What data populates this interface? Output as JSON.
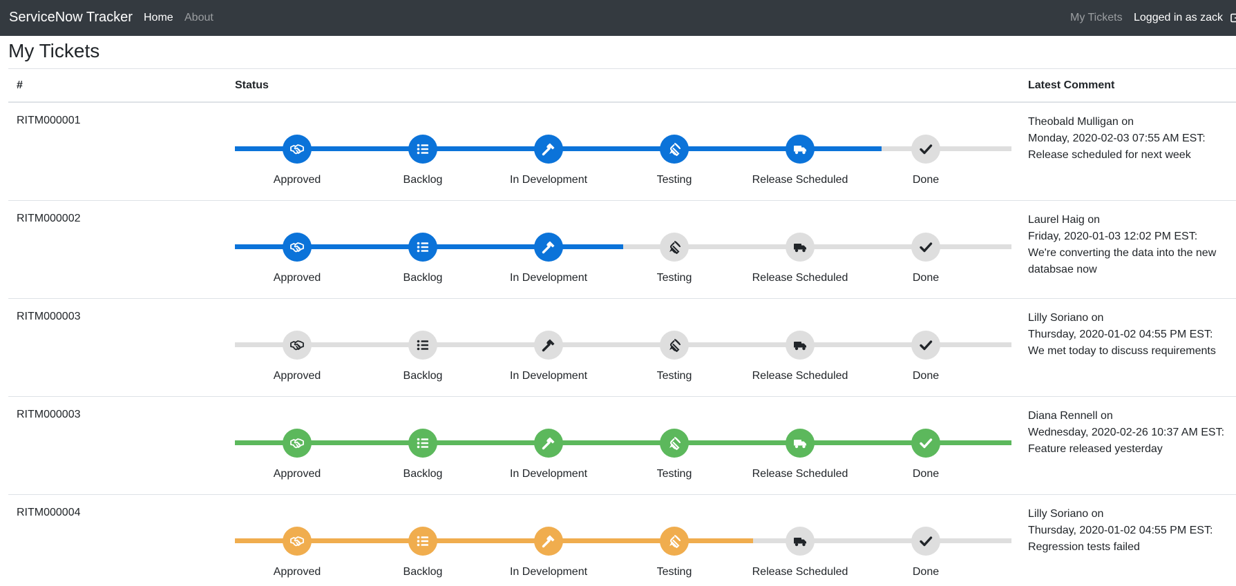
{
  "navbar": {
    "brand": "ServiceNow Tracker",
    "home": "Home",
    "about": "About",
    "my_tickets": "My Tickets",
    "user": "Logged in as zack",
    "logout_icon": "logout-icon"
  },
  "page": {
    "title": "My Tickets"
  },
  "table": {
    "headers": {
      "number": "#",
      "status": "Status",
      "comment": "Latest Comment"
    }
  },
  "step_names": [
    "Approved",
    "Backlog",
    "In Development",
    "Testing",
    "Release Scheduled",
    "Done"
  ],
  "step_icons": [
    "handshake-icon",
    "list-icon",
    "hammer-icon",
    "flask-icon",
    "truck-icon",
    "check-icon"
  ],
  "colors": {
    "blue": "#0b73d9",
    "green": "#5cb85c",
    "orange": "#f0ad4e",
    "inactive": "#dedede",
    "inactive_icon": "#212529"
  },
  "tickets": [
    {
      "id": "RITM000001",
      "color": "#0b73d9",
      "completed_steps": 5,
      "progress": 0.833,
      "comment": {
        "author": "Theobald Mulligan on",
        "date": "Monday, 2020-02-03 07:55 AM EST:",
        "text": "Release scheduled for next week"
      }
    },
    {
      "id": "RITM000002",
      "color": "#0b73d9",
      "completed_steps": 3,
      "progress": 0.5,
      "comment": {
        "author": "Laurel Haig on",
        "date": "Friday, 2020-01-03 12:02 PM EST:",
        "text": "We're converting the data into the new databsae now"
      }
    },
    {
      "id": "RITM000003",
      "color": "#0b73d9",
      "completed_steps": 0,
      "progress": 0,
      "comment": {
        "author": "Lilly Soriano on",
        "date": "Thursday, 2020-01-02 04:55 PM EST:",
        "text": "We met today to discuss requirements"
      }
    },
    {
      "id": "RITM000003",
      "color": "#5cb85c",
      "completed_steps": 6,
      "progress": 1,
      "comment": {
        "author": "Diana Rennell on",
        "date": "Wednesday, 2020-02-26 10:37 AM EST:",
        "text": "Feature released yesterday"
      }
    },
    {
      "id": "RITM000004",
      "color": "#f0ad4e",
      "completed_steps": 4,
      "progress": 0.667,
      "comment": {
        "author": "Lilly Soriano on",
        "date": "Thursday, 2020-01-02 04:55 PM EST:",
        "text": "Regression tests failed"
      }
    }
  ]
}
